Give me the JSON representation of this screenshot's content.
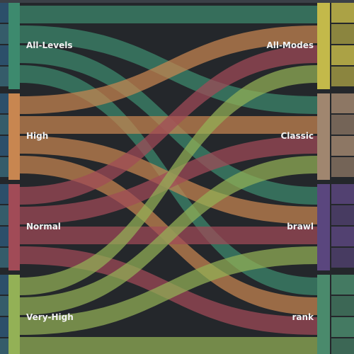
{
  "colors": {
    "background": "#24272b",
    "All-Levels": "#3d8a6e",
    "High": "#c88650",
    "Normal": "#a14b57",
    "Very-High": "#93b156",
    "All-Modes": "#c3b94a",
    "Classic": "#a0866f",
    "brawl": "#5a467e",
    "rank": "#4a8a6c",
    "stripe": "#2e5a7a"
  },
  "sources": [
    {
      "name": "All-Levels",
      "label": "All-Levels"
    },
    {
      "name": "High",
      "label": "High"
    },
    {
      "name": "Normal",
      "label": "Normal"
    },
    {
      "name": "Very-High",
      "label": "Very-High"
    }
  ],
  "targets": [
    {
      "name": "All-Modes",
      "label": "All-Modes"
    },
    {
      "name": "Classic",
      "label": "Classic"
    },
    {
      "name": "brawl",
      "label": "brawl"
    },
    {
      "name": "rank",
      "label": "rank"
    }
  ],
  "flows": [
    {
      "source": "All-Levels",
      "target": "All-Modes",
      "value": 1
    },
    {
      "source": "All-Levels",
      "target": "Classic",
      "value": 1
    },
    {
      "source": "All-Levels",
      "target": "brawl",
      "value": 1
    },
    {
      "source": "All-Levels",
      "target": "rank",
      "value": 1
    },
    {
      "source": "High",
      "target": "All-Modes",
      "value": 1
    },
    {
      "source": "High",
      "target": "Classic",
      "value": 1
    },
    {
      "source": "High",
      "target": "brawl",
      "value": 1
    },
    {
      "source": "High",
      "target": "rank",
      "value": 1
    },
    {
      "source": "Normal",
      "target": "All-Modes",
      "value": 1
    },
    {
      "source": "Normal",
      "target": "Classic",
      "value": 1
    },
    {
      "source": "Normal",
      "target": "brawl",
      "value": 1
    },
    {
      "source": "Normal",
      "target": "rank",
      "value": 1
    },
    {
      "source": "Very-High",
      "target": "All-Modes",
      "value": 1
    },
    {
      "source": "Very-High",
      "target": "Classic",
      "value": 1
    },
    {
      "source": "Very-High",
      "target": "brawl",
      "value": 1
    },
    {
      "source": "Very-High",
      "target": "rank",
      "value": 1
    }
  ]
}
